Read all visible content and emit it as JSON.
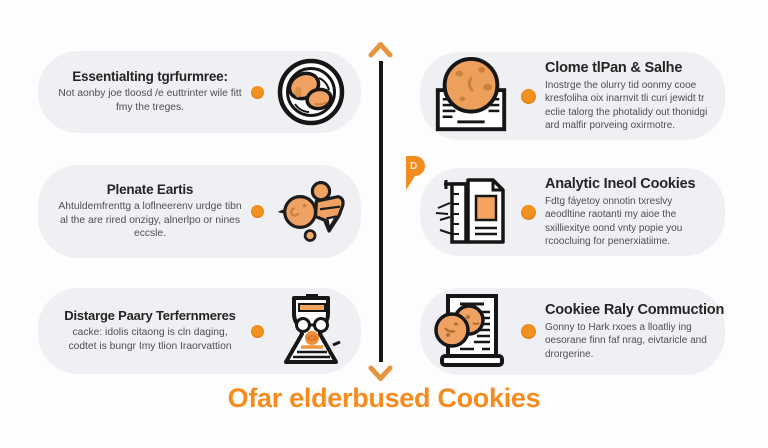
{
  "colors": {
    "accent": "#f2921e",
    "footer_title": "#f78c1e",
    "card_bg": "#eef0f3",
    "timeline": "#161616",
    "cookie_fill": "#efa264"
  },
  "footer": {
    "title": "Ofar elderbused Cookies"
  },
  "pin": {
    "label": "D"
  },
  "cards": {
    "left": [
      {
        "title": "Essentialting tgrfurmree:",
        "body": "Not aonby joe tloosd /e euttrinter wile fitt fmy the treges.",
        "icon": "cookies-plate"
      },
      {
        "title": "Plenate Eartis",
        "body": "Ahtuldemfrenttg a loflneerenv urdge tibn al the are rired onzigy, alnerlpo or nines eccsle.",
        "icon": "cookie-crumbs"
      },
      {
        "title": "Distarge Paary Terfernmeres",
        "body": "cacke: idolis citaong is cln daging, codtet is bungr Imy tlion Iraorvattion",
        "icon": "cookie-grinder"
      }
    ],
    "right": [
      {
        "title": "Clome tlPan & Salhe",
        "body": "Inostrge the olurry tid oonmy cooe kresfoliha oix inarnvit tli curi jewidt tr eclie talorg the photalidy out thonidgi ard malfir porveing oxirmotre.",
        "icon": "cookie-document"
      },
      {
        "title": "Analytic Ineol Cookies",
        "body": "Fdtg fáyetoy onnotin txreslvy aeodltine raotanti my aioe the sxilliexitye oond vnty popie you rcoocluing for penerxiatiime.",
        "icon": "analytics-report"
      },
      {
        "title": "Cookiee Raly Commuction",
        "body": "Gonny to Hark rxoes a lloatliy ing oesorane finn faf nrag, eivtaricle and drorgerine.",
        "icon": "cookies-list"
      }
    ]
  }
}
